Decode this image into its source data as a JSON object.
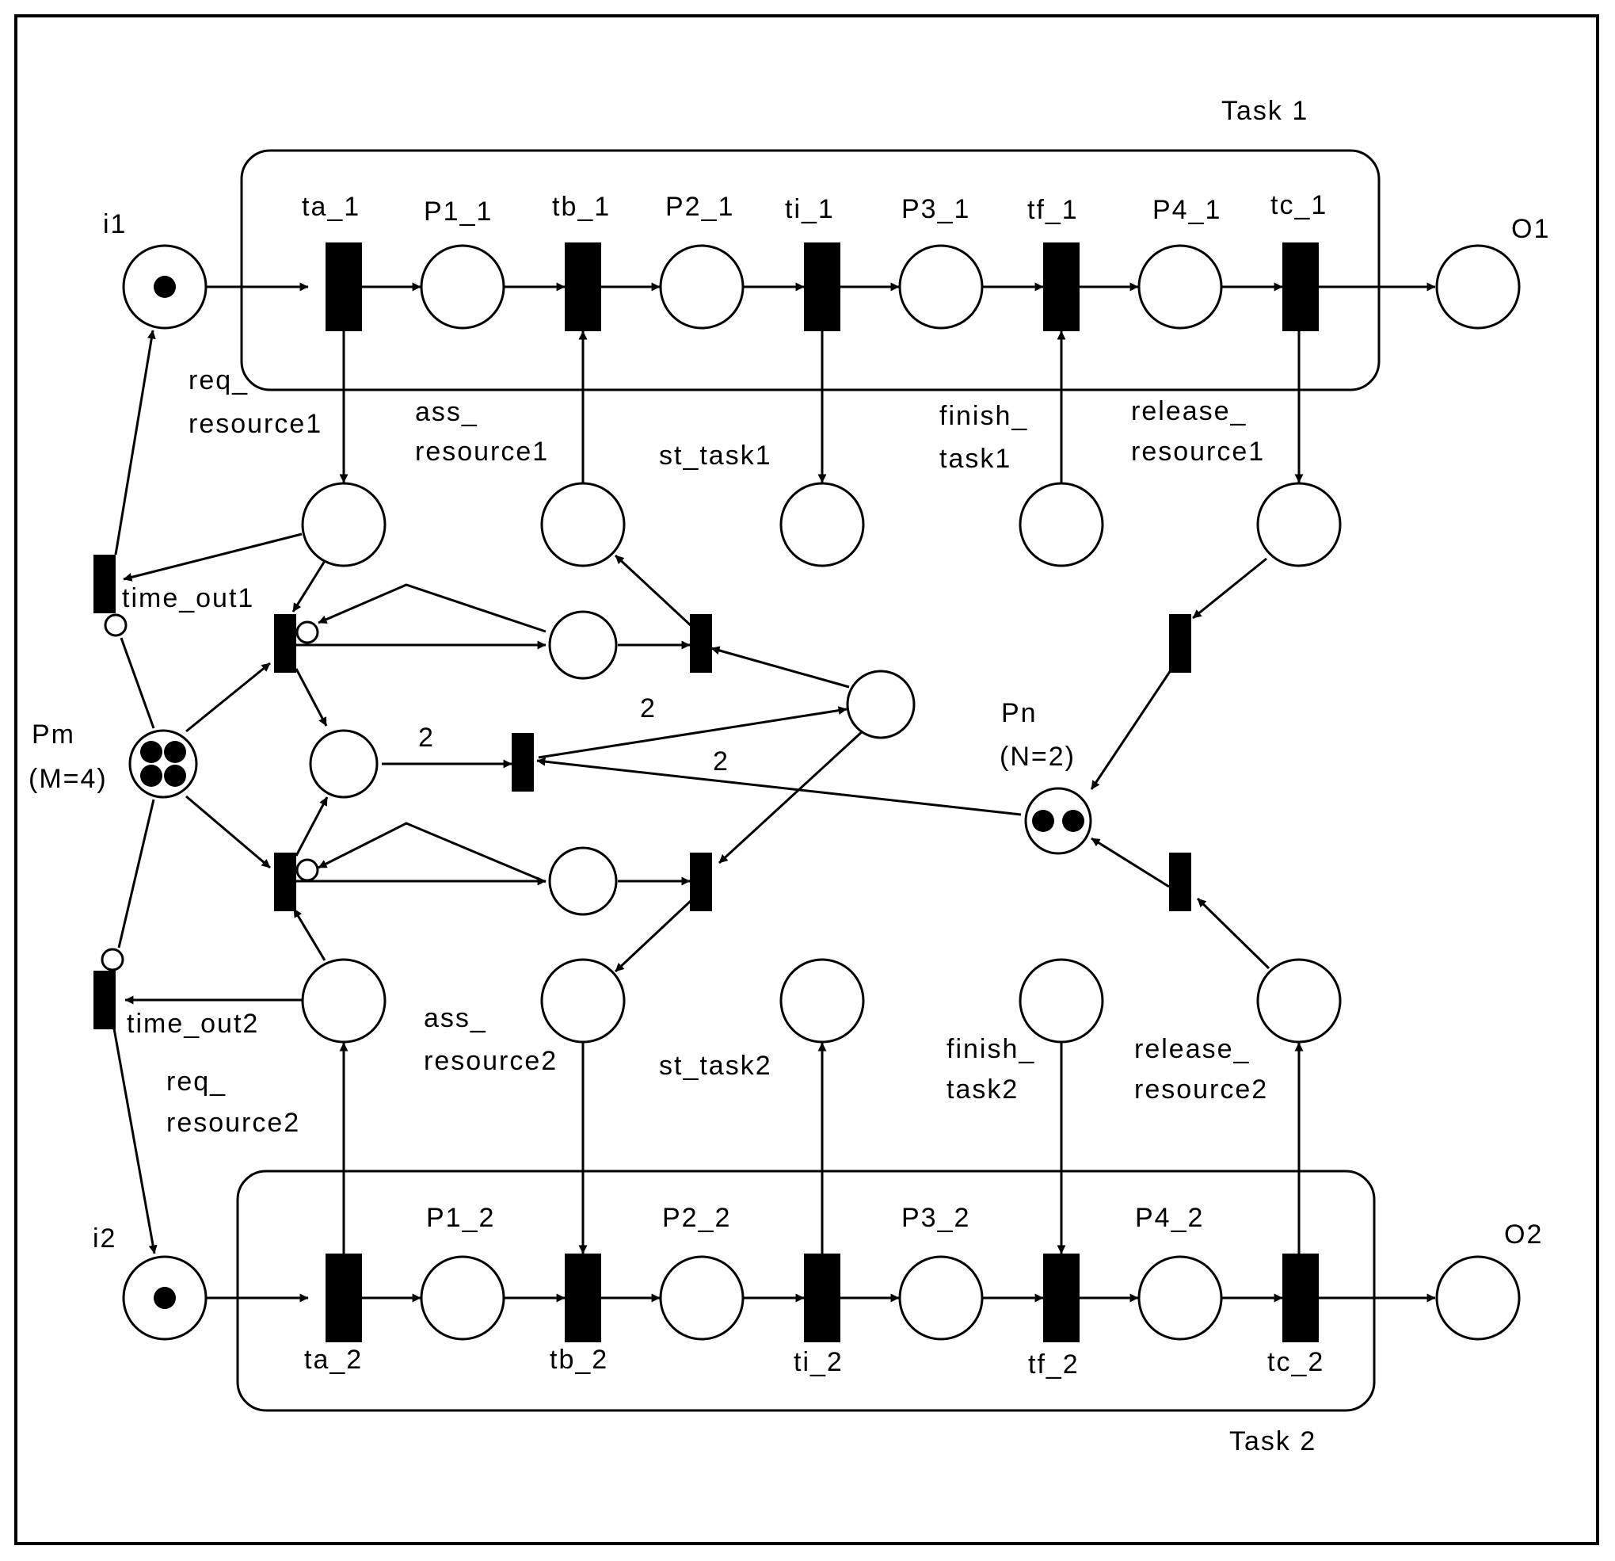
{
  "tasks": {
    "task1": "Task 1",
    "task2": "Task 2"
  },
  "places": {
    "i1": "i1",
    "o1": "O1",
    "i2": "i2",
    "o2": "O2",
    "p1_1": "P1_1",
    "p2_1": "P2_1",
    "p3_1": "P3_1",
    "p4_1": "P4_1",
    "p1_2": "P1_2",
    "p2_2": "P2_2",
    "p3_2": "P3_2",
    "p4_2": "P4_2",
    "pm": "Pm",
    "pm_cap": "(M=4)",
    "pn": "Pn",
    "pn_cap": "(N=2)"
  },
  "transitions": {
    "ta_1": "ta_1",
    "tb_1": "tb_1",
    "ti_1": "ti_1",
    "tf_1": "tf_1",
    "tc_1": "tc_1",
    "ta_2": "ta_2",
    "tb_2": "tb_2",
    "ti_2": "ti_2",
    "tf_2": "tf_2",
    "tc_2": "tc_2",
    "time_out1": "time_out1",
    "time_out2": "time_out2"
  },
  "interface": {
    "req1_a": "req_",
    "req1_b": "resource1",
    "ass1_a": "ass_",
    "ass1_b": "resource1",
    "st1": "st_task1",
    "fin1_a": "finish_",
    "fin1_b": "task1",
    "rel1_a": "release_",
    "rel1_b": "resource1",
    "req2_a": "req_",
    "req2_b": "resource2",
    "ass2_a": "ass_",
    "ass2_b": "resource2",
    "st2": "st_task2",
    "fin2_a": "finish_",
    "fin2_b": "task2",
    "rel2_a": "release_",
    "rel2_b": "resource2"
  },
  "weights": {
    "w_req": "2",
    "w_upper": "2",
    "w_pn": "2"
  },
  "markings": {
    "i1": 1,
    "i2": 1,
    "pm": 4,
    "pn": 2
  }
}
